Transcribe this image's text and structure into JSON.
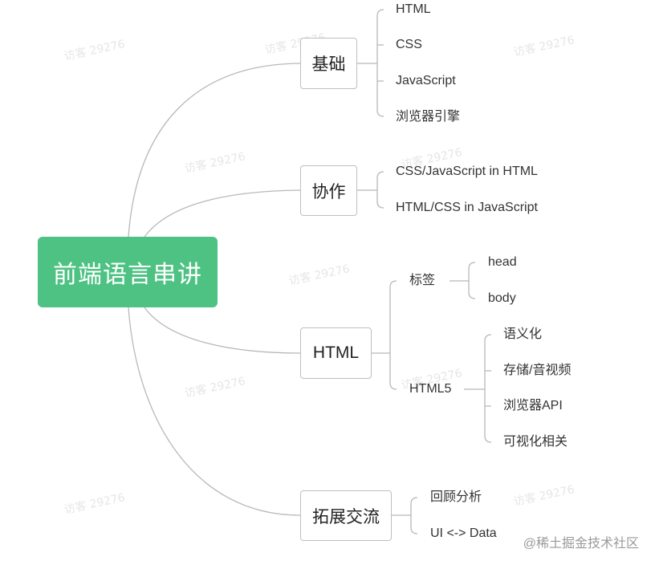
{
  "root": {
    "label": "前端语言串讲"
  },
  "branches": [
    {
      "label": "基础",
      "children": [
        "HTML",
        "CSS",
        "JavaScript",
        "浏览器引擎"
      ]
    },
    {
      "label": "协作",
      "children": [
        "CSS/JavaScript in HTML",
        "HTML/CSS in JavaScript"
      ]
    },
    {
      "label": "HTML",
      "subgroups": [
        {
          "label": "标签",
          "children": [
            "head",
            "body"
          ]
        },
        {
          "label": "HTML5",
          "children": [
            "语义化",
            "存储/音视频",
            "浏览器API",
            "可视化相关"
          ]
        }
      ]
    },
    {
      "label": "拓展交流",
      "children": [
        "回顾分析",
        "UI <-> Data"
      ]
    }
  ],
  "watermark": "访客 29276",
  "credit": "@稀土掘金技术社区",
  "colors": {
    "root_bg": "#4ec283",
    "line": "#b8b8b8",
    "box_border": "#bfbfbf"
  }
}
